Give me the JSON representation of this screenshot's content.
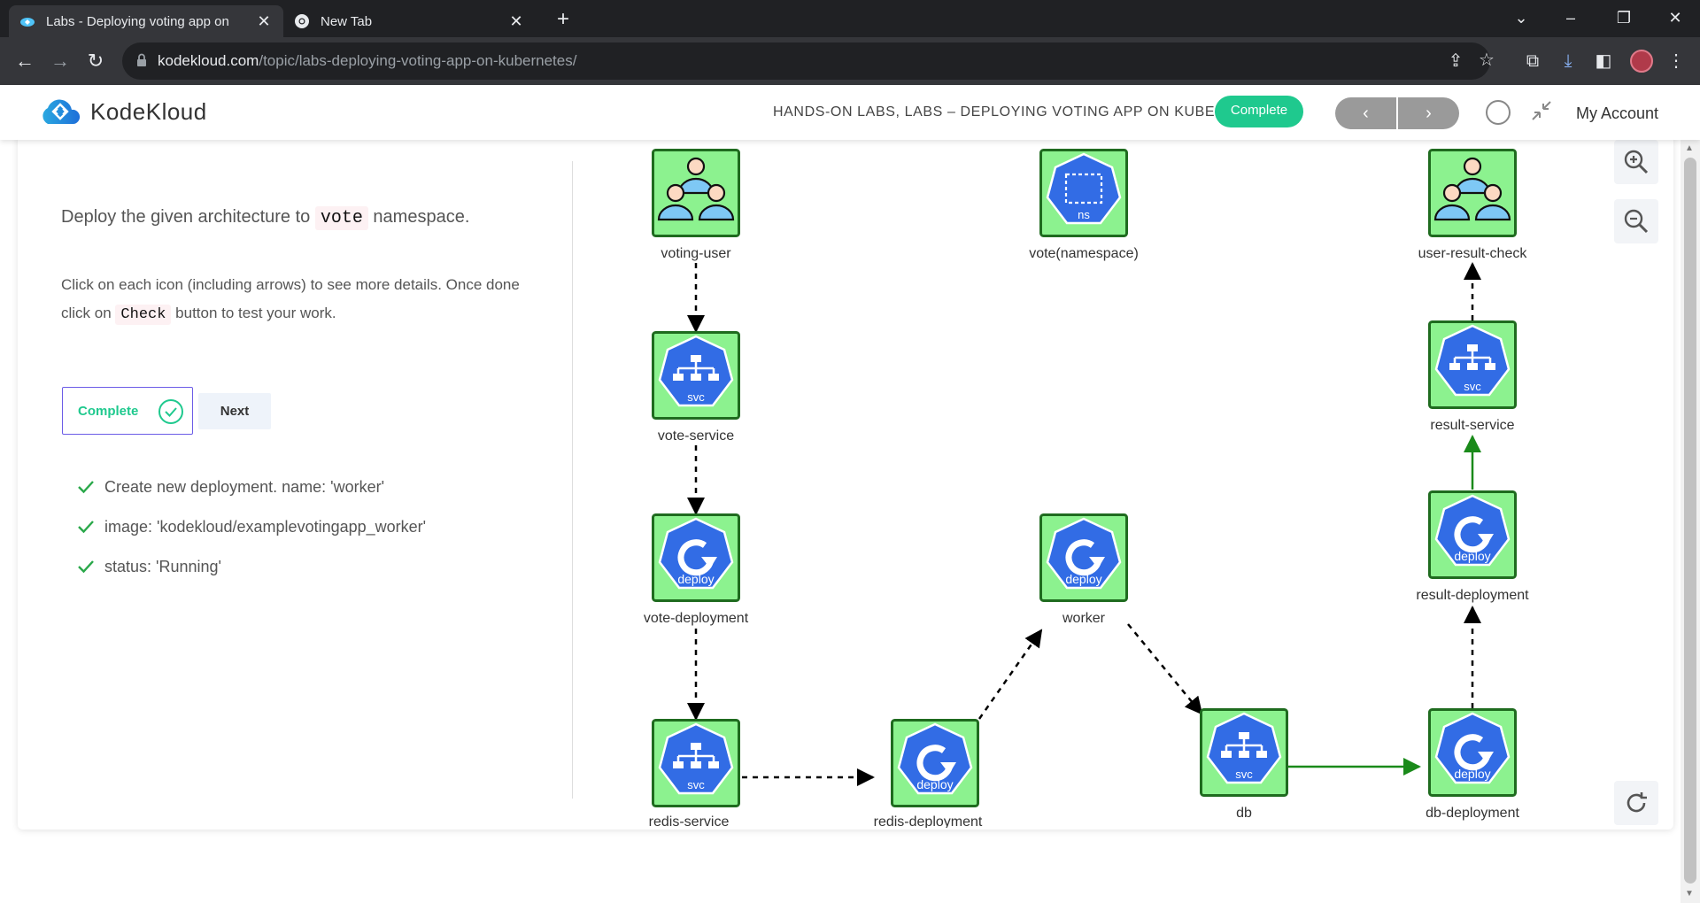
{
  "browser": {
    "tabs": [
      {
        "title": "Labs - Deploying voting app on",
        "active": true
      },
      {
        "title": "New Tab",
        "active": false
      }
    ],
    "url_domain": "kodekloud.com",
    "url_path": "/topic/labs-deploying-voting-app-on-kubernetes/"
  },
  "header": {
    "brand": "KodeKloud",
    "breadcrumb": "HANDS-ON LABS, LABS – DEPLOYING VOTING APP ON KUBE...",
    "status_badge": "Complete",
    "prev": "‹",
    "next": "›",
    "account": "My Account"
  },
  "instructions": {
    "title_pre": "Deploy the given architecture to",
    "title_code": "vote",
    "title_post": "namespace.",
    "body_pre": "Click on each icon (including arrows) to see more details. Once done click on",
    "body_code": "Check",
    "body_post": "button to test your work.",
    "complete_label": "Complete",
    "next_label": "Next",
    "checks": [
      "Create new deployment. name: 'worker'",
      "image: 'kodekloud/examplevotingapp_worker'",
      "status: 'Running'"
    ]
  },
  "diagram": {
    "accent_green": "#8cf28f",
    "k8s_blue": "#326ce5",
    "nodes": [
      {
        "id": "voting-user",
        "label": "voting-user",
        "kind": "users"
      },
      {
        "id": "vote-namespace",
        "label": "vote(namespace)",
        "kind": "ns",
        "badge": "ns"
      },
      {
        "id": "user-result-check",
        "label": "user-result-check",
        "kind": "users"
      },
      {
        "id": "vote-service",
        "label": "vote-service",
        "kind": "svc",
        "badge": "svc"
      },
      {
        "id": "result-service",
        "label": "result-service",
        "kind": "svc",
        "badge": "svc"
      },
      {
        "id": "vote-deployment",
        "label": "vote-deployment",
        "kind": "deploy",
        "badge": "deploy"
      },
      {
        "id": "worker",
        "label": "worker",
        "kind": "deploy",
        "badge": "deploy"
      },
      {
        "id": "result-deployment",
        "label": "result-deployment",
        "kind": "deploy",
        "badge": "deploy"
      },
      {
        "id": "redis-service",
        "label": "redis-service",
        "kind": "svc",
        "badge": "svc"
      },
      {
        "id": "redis-deployment",
        "label": "redis-deployment",
        "kind": "deploy",
        "badge": "deploy"
      },
      {
        "id": "db",
        "label": "db",
        "kind": "svc",
        "badge": "svc"
      },
      {
        "id": "db-deployment",
        "label": "db-deployment",
        "kind": "deploy",
        "badge": "deploy"
      }
    ]
  }
}
